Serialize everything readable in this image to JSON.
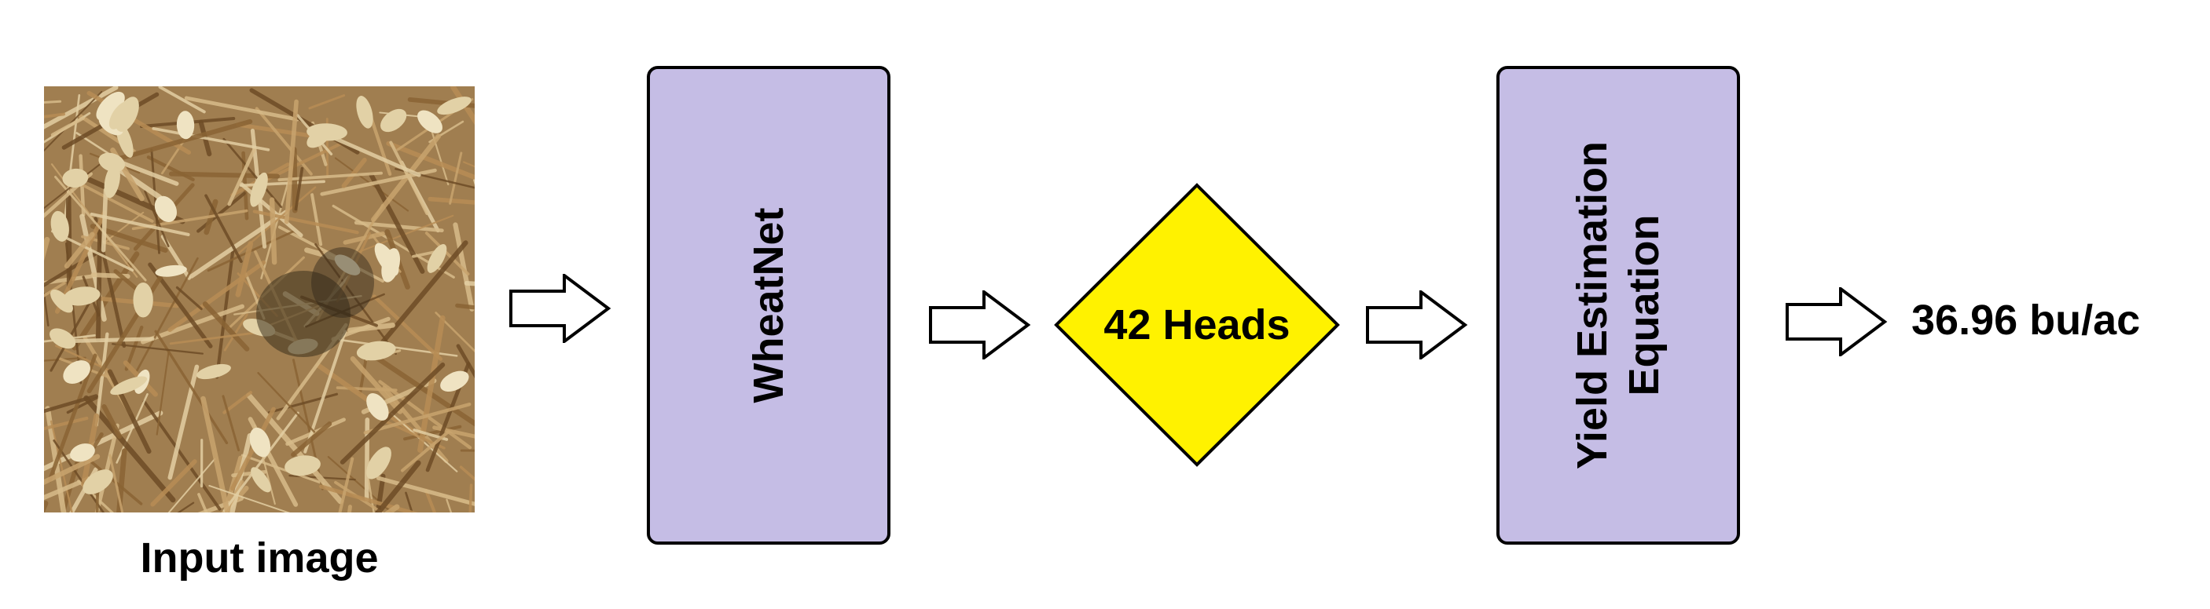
{
  "input": {
    "caption": "Input image"
  },
  "model": {
    "label": "WheatNet"
  },
  "count": {
    "label": "42 Heads"
  },
  "equation": {
    "line1": "Yield Estimation",
    "line2": "Equation"
  },
  "output": {
    "value": "36.96 bu/ac"
  },
  "colors": {
    "process_box_fill": "#c5bde5",
    "count_diamond_fill": "#fff200",
    "outline": "#000000"
  }
}
